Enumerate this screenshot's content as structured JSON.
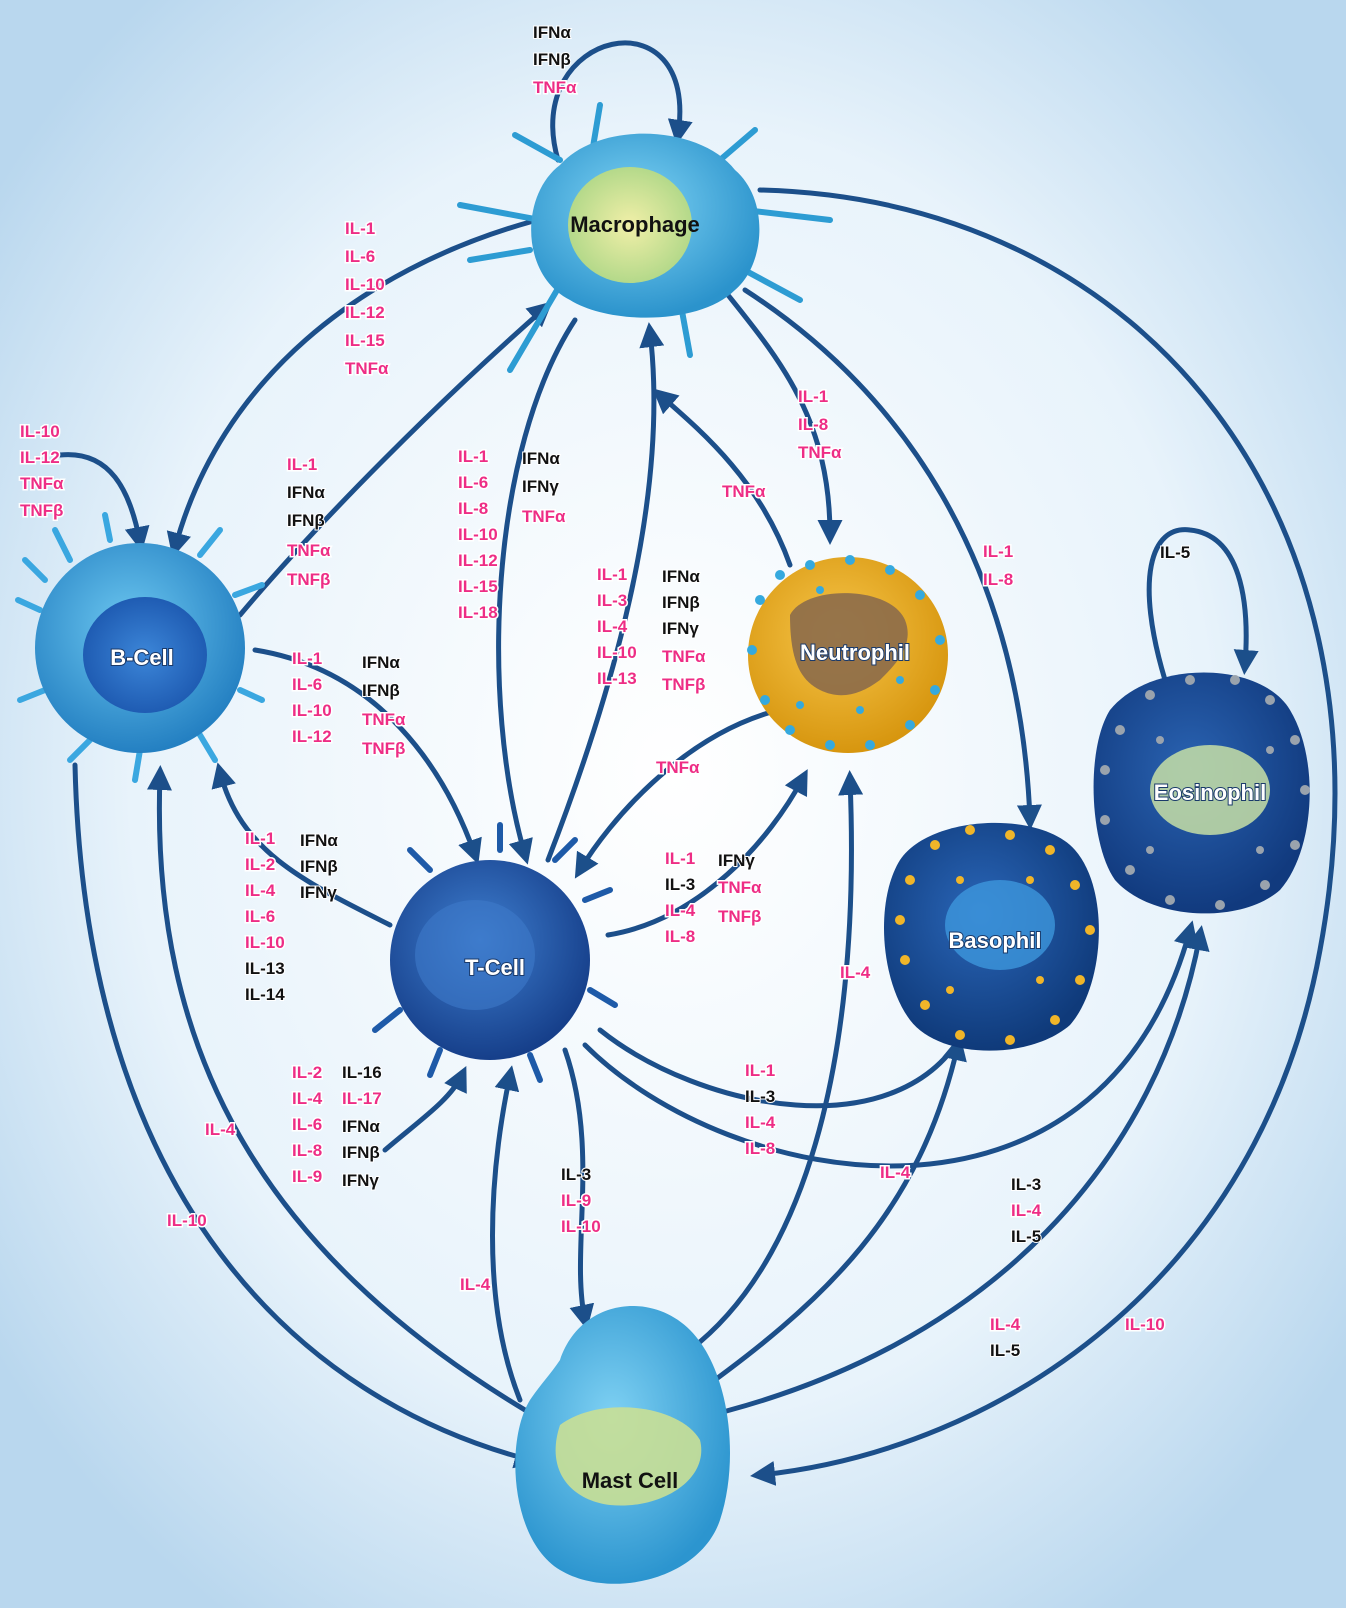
{
  "colors": {
    "arrow": "#1c4f8a",
    "pink_label": "#ee2d85",
    "black_label": "#111111",
    "background_center": "#ffffff",
    "background_edge": "#b9d7ee"
  },
  "cells": {
    "macrophage": "Macrophage",
    "bcell": "B-Cell",
    "tcell": "T-Cell",
    "neutrophil": "Neutrophil",
    "basophil": "Basophil",
    "eosinophil": "Eosinophil",
    "mast": "Mast Cell"
  },
  "labels": {
    "mac_self": [
      "IFNα",
      "IFNβ",
      "TNFα"
    ],
    "mac_to_b": [
      "IL-1",
      "IL-6",
      "IL-10",
      "IL-12",
      "IL-15",
      "TNFα"
    ],
    "b_self": [
      "IL-10",
      "IL-12",
      "TNFα",
      "TNFβ"
    ],
    "b_to_mac": [
      "IL-1",
      "IFNα",
      "IFNβ",
      "TNFα",
      "TNFβ"
    ],
    "mac_to_t": [
      "IL-1",
      "IL-6",
      "IL-8",
      "IL-10",
      "IL-12",
      "IL-15",
      "IL-18"
    ],
    "mac_to_t_b": [
      "IFNα",
      "IFNγ",
      "TNFα"
    ],
    "t_to_mac": [
      "IL-1",
      "IL-3",
      "IL-4",
      "IL-10",
      "IL-13"
    ],
    "t_to_mac_b": [
      "IFNα",
      "IFNβ",
      "IFNγ",
      "TNFα",
      "TNFβ"
    ],
    "neut_to_mac": "TNFα",
    "mac_to_neut": [
      "IL-1",
      "IL-8",
      "TNFα"
    ],
    "mac_to_baso": [
      "IL-1",
      "IL-8"
    ],
    "eos_self": "IL-5",
    "b_to_t": [
      "IL-1",
      "IL-6",
      "IL-10",
      "IL-12"
    ],
    "b_to_t_b": [
      "IFNα",
      "IFNβ",
      "TNFα",
      "TNFβ"
    ],
    "t_to_b": [
      "IL-1",
      "IL-2",
      "IL-4",
      "IL-6",
      "IL-10",
      "IL-13",
      "IL-14"
    ],
    "t_to_b_b": [
      "IFNα",
      "IFNβ",
      "IFNγ"
    ],
    "neut_to_t": "TNFα",
    "t_to_neut": [
      "IL-1",
      "IL-3",
      "IL-4",
      "IL-8"
    ],
    "t_to_neut_b": [
      "IFNγ",
      "TNFα",
      "TNFβ"
    ],
    "mast_to_t": [
      "IL-2",
      "IL-4",
      "IL-6",
      "IL-8",
      "IL-9"
    ],
    "mast_to_t_b": [
      "IL-16",
      "IL-17",
      "IFNα",
      "IFNβ",
      "IFNγ"
    ],
    "t_to_mast": [
      "IL-3",
      "IL-9",
      "IL-10"
    ],
    "t_to_baso": [
      "IL-1",
      "IL-3",
      "IL-4",
      "IL-8"
    ],
    "t_to_eos": [
      "IL-3",
      "IL-4",
      "IL-5"
    ],
    "mast_to_eos": [
      "IL-4",
      "IL-5"
    ],
    "mast_to_neut": "IL-4",
    "mast_to_baso": "IL-4",
    "mast_to_t_single": "IL-4",
    "mast_to_b": "IL-4",
    "b_to_mast": "IL-10",
    "mac_to_mast": "IL-10"
  }
}
